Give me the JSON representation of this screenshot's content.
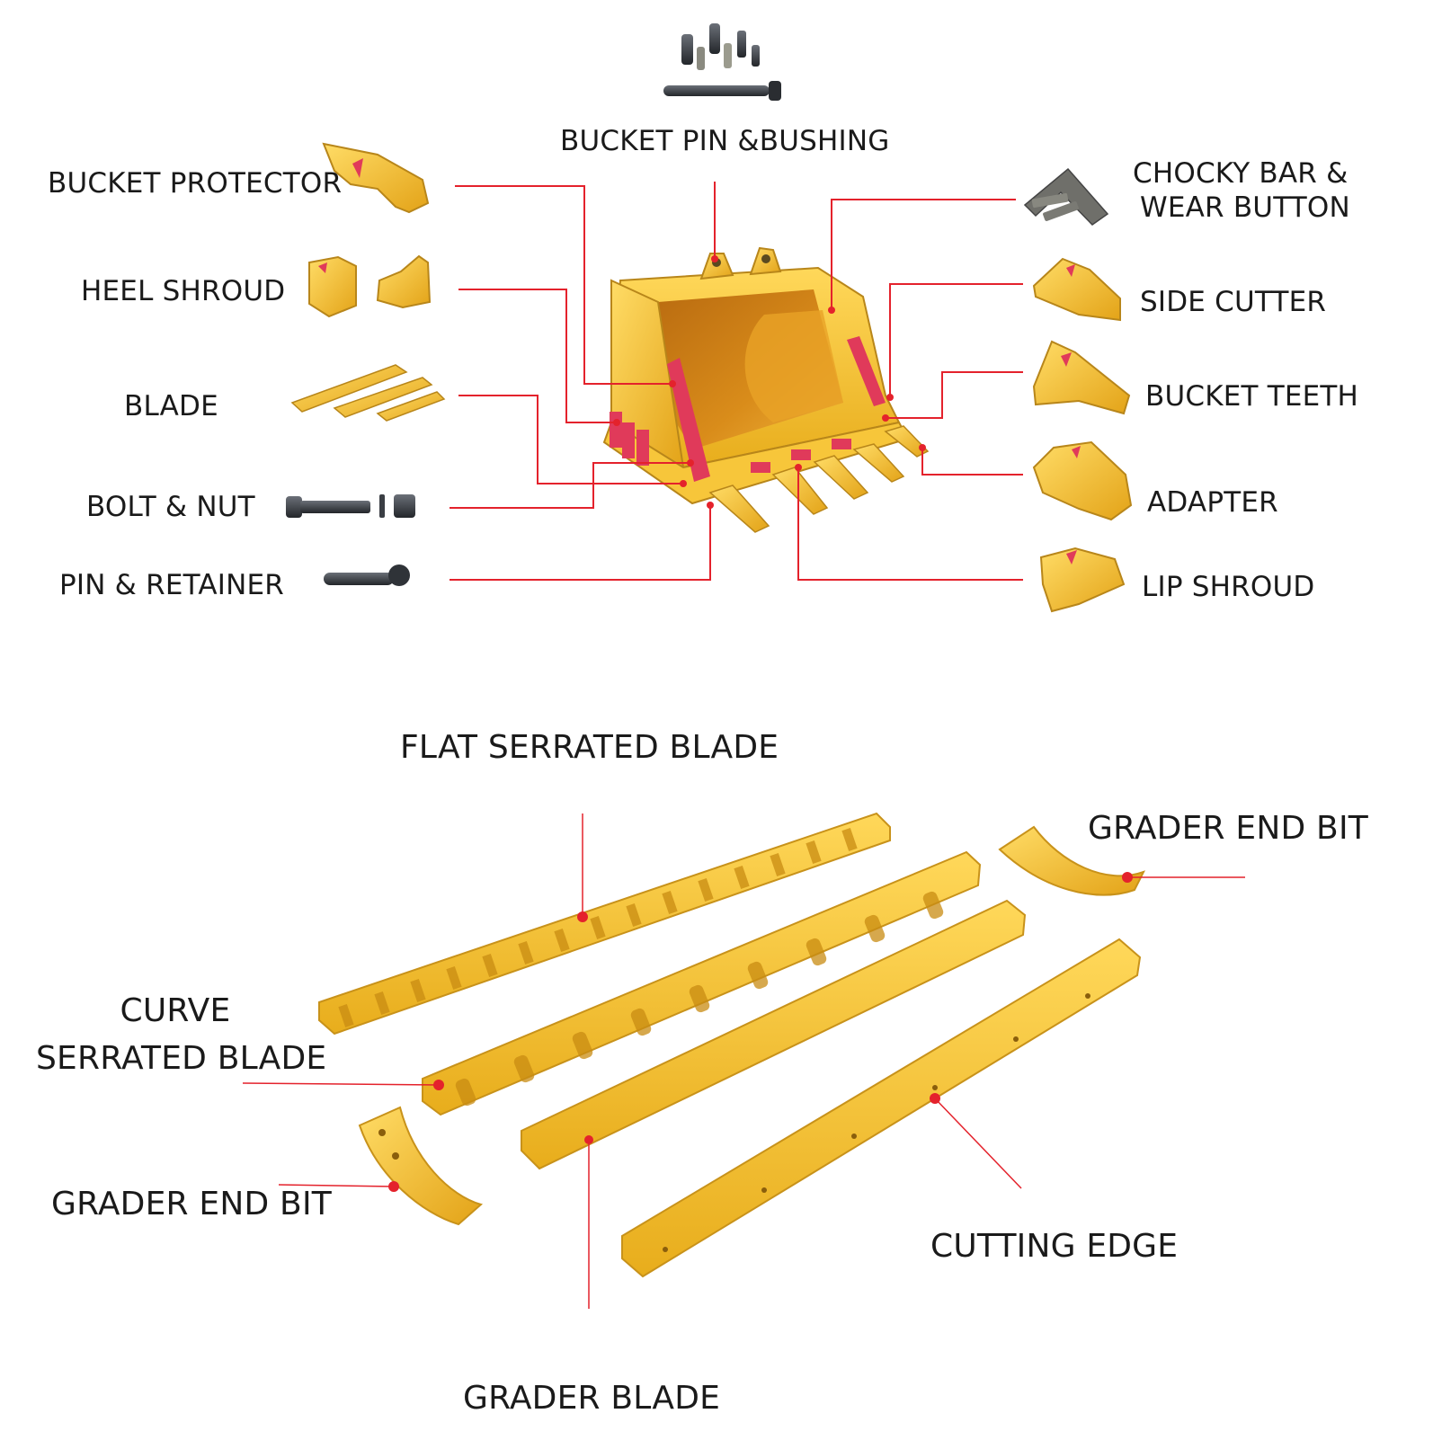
{
  "colors": {
    "background": "#ffffff",
    "label_text": "#1a1a1a",
    "leader_line": "#e4222c",
    "part_yellow": "#f4c430",
    "part_yellow_dark": "#c9961a",
    "wear_part_red": "#e03a5a",
    "steel_dark": "#3b3f45"
  },
  "bucket_section": {
    "top_label": "BUCKET PIN &BUSHING",
    "left_labels": [
      "BUCKET PROTECTOR",
      "HEEL SHROUD",
      "BLADE",
      "BOLT & NUT",
      "PIN & RETAINER"
    ],
    "right_labels": [
      "CHOCKY BAR &",
      "WEAR BUTTON",
      "SIDE CUTTER",
      "BUCKET TEETH",
      "ADAPTER",
      "LIP SHROUD"
    ]
  },
  "blade_section": {
    "flat_serrated": "FLAT SERRATED BLADE",
    "curve_serrated_line1": "CURVE",
    "curve_serrated_line2": "SERRATED BLADE",
    "grader_end_bit_right": "GRADER END BIT",
    "grader_end_bit_left": "GRADER END BIT",
    "cutting_edge": "CUTTING EDGE",
    "grader_blade": "GRADER BLADE"
  }
}
